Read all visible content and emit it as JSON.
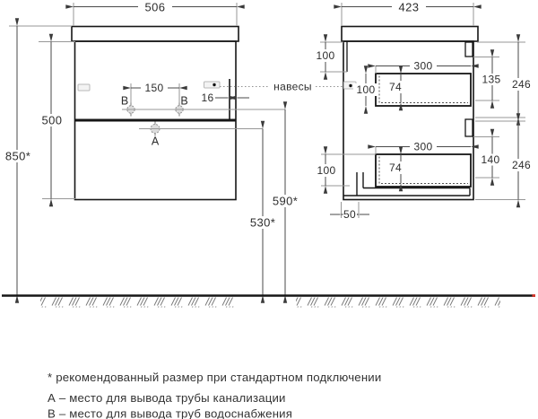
{
  "drawing": {
    "front_view": {
      "top_width": "506",
      "cabinet_height": "500",
      "mount_height": "850*",
      "water_points_spacing": "150",
      "water_point_edge_gap": "16",
      "point_a": "А",
      "point_b": "В",
      "sewer_line_height": "530*",
      "water_line_height": "590*"
    },
    "side_view": {
      "depth": "423",
      "hanger_top_offset": "100",
      "upper_drawer": {
        "inner_width": "300",
        "inner_height": "100",
        "basin_clearance": "74",
        "front_gap_top": "135",
        "front_height": "246"
      },
      "lower_drawer": {
        "inner_width": "300",
        "side_height": "100",
        "basin_clearance": "74",
        "front_gap_top": "140",
        "front_height": "246"
      },
      "drain_back_offset": "50"
    },
    "hangers_callout": "навесы",
    "notes": {
      "asterisk": "* рекомендованный размер при стандартном подключении",
      "sewer": "А – место для вывода трубы канализации",
      "water": "В – место для вывода труб водоснабжения"
    },
    "colors": {
      "line": "#161616",
      "dimension": "#4a4a4a",
      "text": "#2d2d2d",
      "floor_end_mark": "#d43a2f"
    }
  }
}
